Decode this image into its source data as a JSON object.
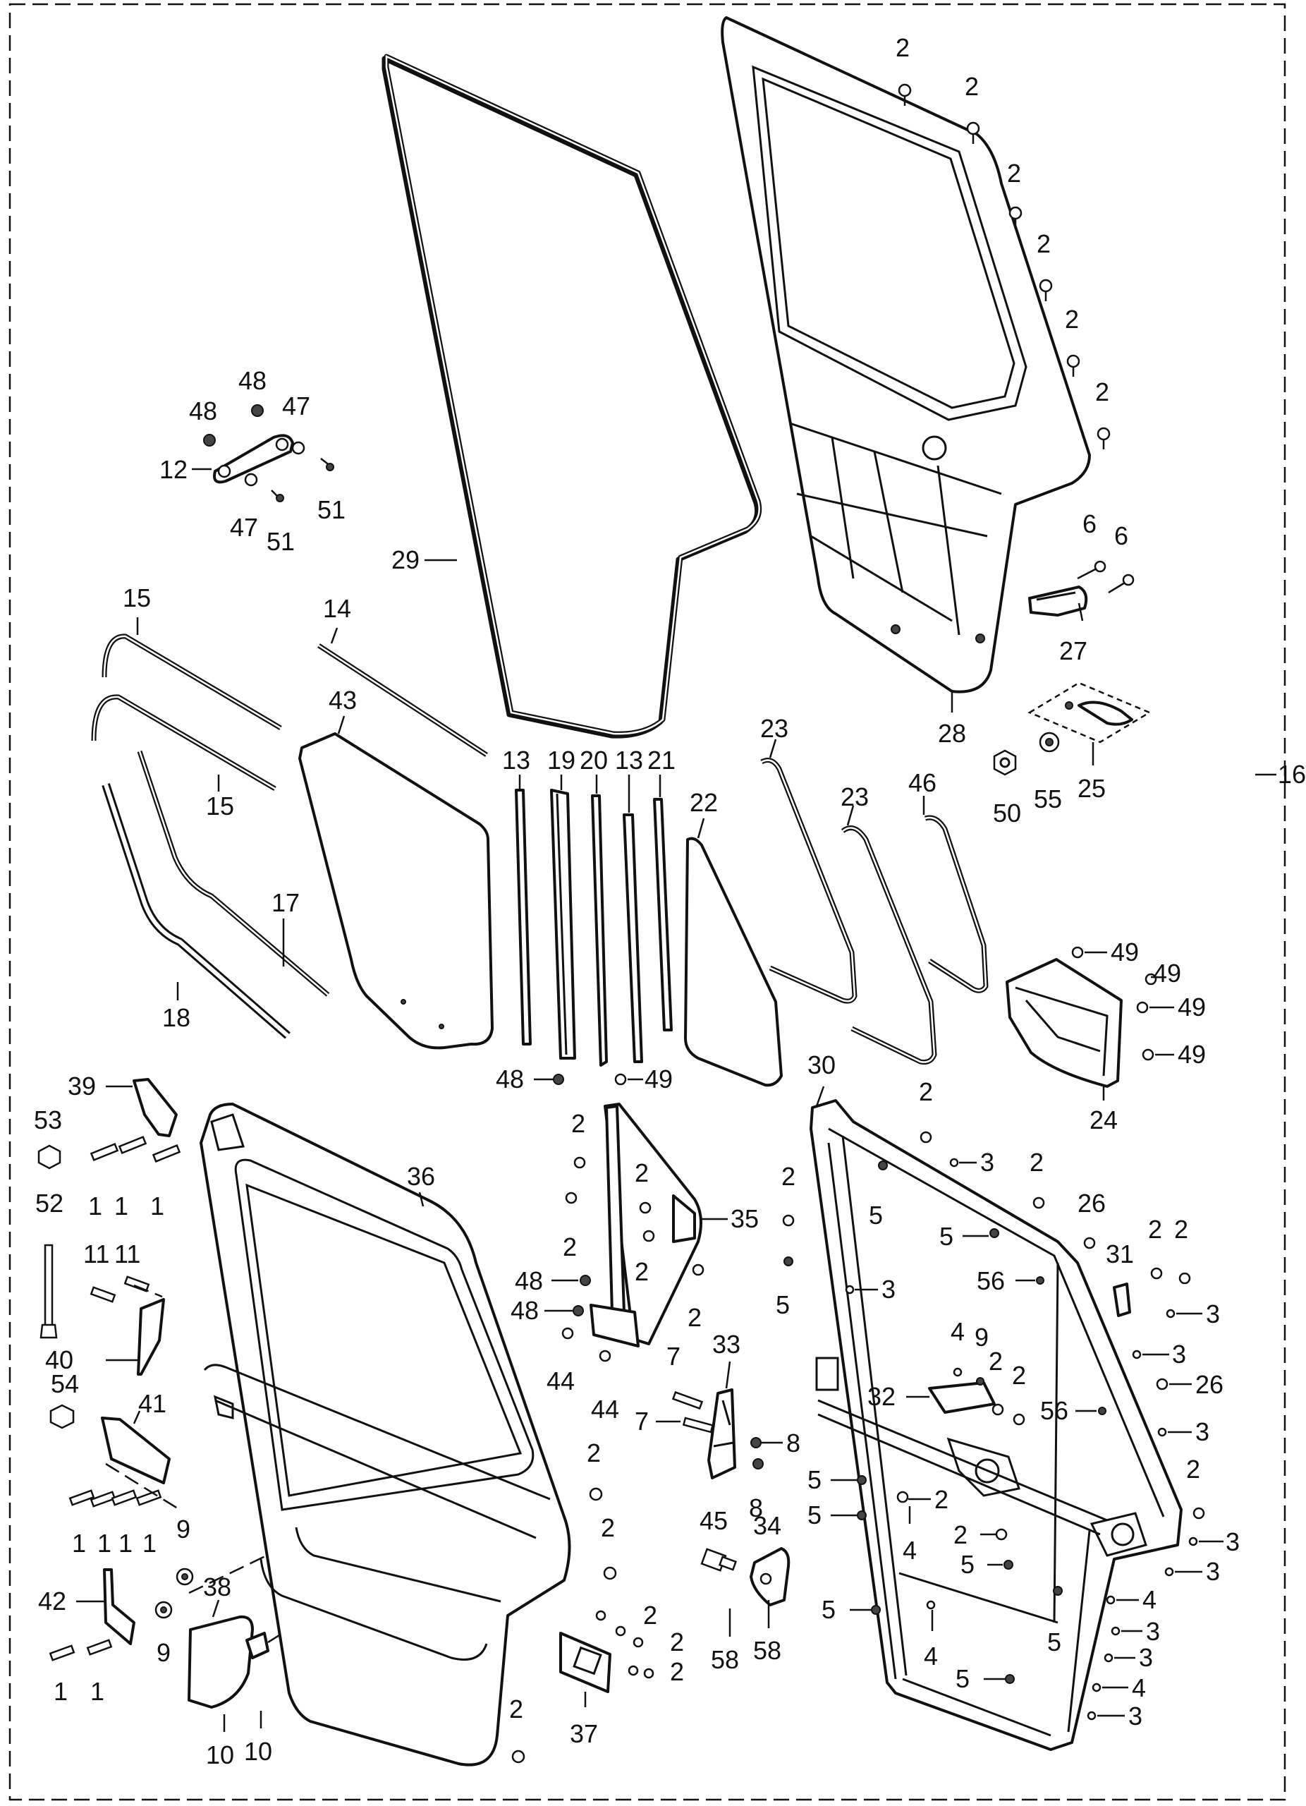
{
  "assembly_callout": "16",
  "callouts": {
    "c1": "1",
    "c2": "2",
    "c3": "3",
    "c4": "4",
    "c5": "5",
    "c6": "6",
    "c7": "7",
    "c8": "8",
    "c9": "9",
    "c10": "10",
    "c11": "11",
    "c12": "12",
    "c13": "13",
    "c14": "14",
    "c15": "15",
    "c17": "17",
    "c18": "18",
    "c19": "19",
    "c20": "20",
    "c21": "21",
    "c22": "22",
    "c23": "23",
    "c24": "24",
    "c25": "25",
    "c26": "26",
    "c27": "27",
    "c28": "28",
    "c29": "29",
    "c30": "30",
    "c31": "31",
    "c32": "32",
    "c33": "33",
    "c34": "34",
    "c35": "35",
    "c36": "36",
    "c37": "37",
    "c38": "38",
    "c39": "39",
    "c40": "40",
    "c41": "41",
    "c42": "42",
    "c43": "43",
    "c44": "44",
    "c45": "45",
    "c46": "46",
    "c47": "47",
    "c48": "48",
    "c49": "49",
    "c50": "50",
    "c51": "51",
    "c52": "52",
    "c53": "53",
    "c54": "54",
    "c55": "55",
    "c56": "56",
    "c58": "58"
  }
}
